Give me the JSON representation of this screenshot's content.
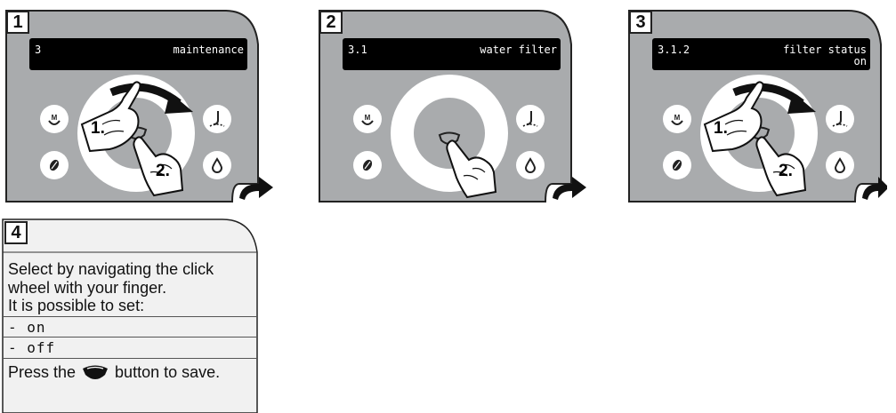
{
  "panels": [
    {
      "step": "1",
      "lcd_code": "3",
      "lcd_label": "maintenance",
      "lcd_sub": "",
      "gesture": "rotate",
      "hand_labels": [
        "1.",
        "2."
      ]
    },
    {
      "step": "2",
      "lcd_code": "3.1",
      "lcd_label": "water filter",
      "lcd_sub": "",
      "gesture": "press",
      "hand_labels": []
    },
    {
      "step": "3",
      "lcd_code": "3.1.2",
      "lcd_label": "filter status",
      "lcd_sub": "on",
      "gesture": "rotate",
      "hand_labels": [
        "1.",
        "2."
      ]
    }
  ],
  "info": {
    "step": "4",
    "line1": "Select by navigating the click",
    "line2": "wheel with your finger.",
    "line3": "It is possible to set:",
    "option_on": "- on",
    "option_off": "- off",
    "press_before": "Press the ",
    "press_after": " button to save."
  },
  "icons": {
    "buttons": [
      "menu-m-icon",
      "steam-nozzle-icon",
      "coffee-bean-icon",
      "water-drop-icon"
    ],
    "center": "cup-icon",
    "next": "next-arrow-icon"
  },
  "colors": {
    "panel": "#a9abad",
    "lcd": "#000000",
    "wheel": "#ffffff",
    "outline": "#222222"
  }
}
